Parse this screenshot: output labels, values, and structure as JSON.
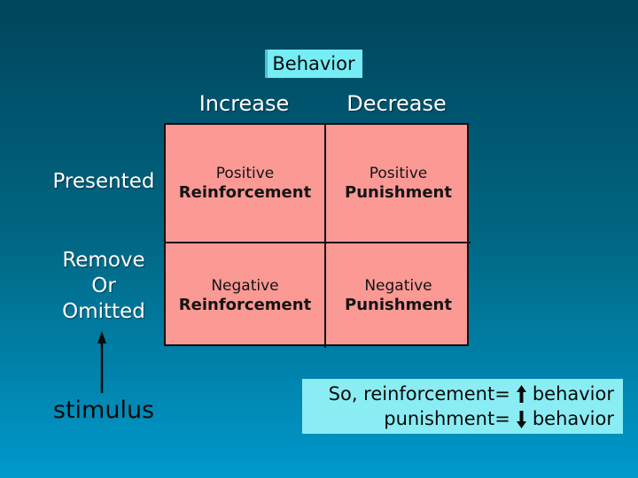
{
  "slide": {
    "behavior_label": "Behavior",
    "columns": [
      {
        "label": "Increase"
      },
      {
        "label": "Decrease"
      }
    ],
    "row_labels": [
      {
        "lines": [
          "Presented"
        ]
      },
      {
        "lines": [
          "Remove",
          "Or",
          "Omitted"
        ]
      }
    ],
    "matrix": [
      [
        {
          "word1": "Positive",
          "word2": "Reinforcement"
        },
        {
          "word1": "Positive",
          "word2": "Punishment"
        }
      ],
      [
        {
          "word1": "Negative",
          "word2": "Reinforcement"
        },
        {
          "word1": "Negative",
          "word2": "Punishment"
        }
      ]
    ],
    "stimulus_label": "stimulus",
    "summary": {
      "line1_prefix": "So, reinforcement=",
      "line1_suffix": "behavior",
      "line2_prefix": "punishment=",
      "line2_suffix": "behavior",
      "up_arrow_icon": "up-arrow",
      "down_arrow_icon": "down-arrow"
    },
    "colors": {
      "background_top": "#00455C",
      "background_bottom": "#0099CC",
      "cell_pink": "#FB9995",
      "highlight_cyan": "#76ECF5",
      "text_light": "#FFFFFF",
      "text_dark": "#000000"
    }
  }
}
